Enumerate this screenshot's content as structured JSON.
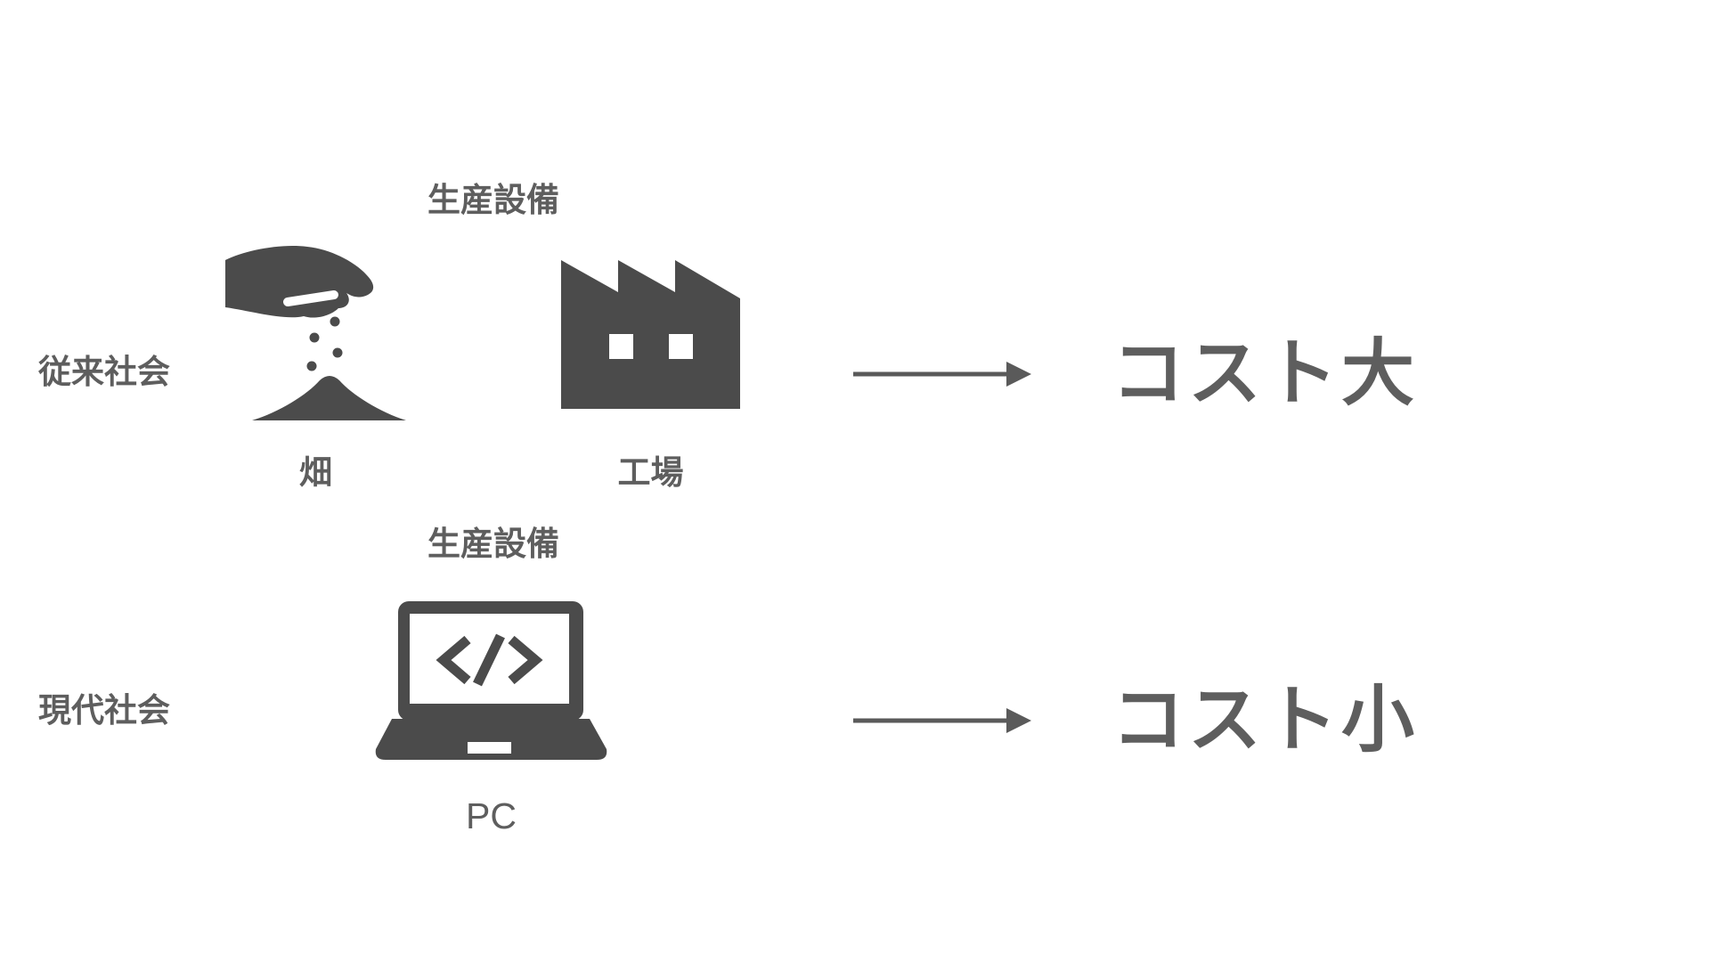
{
  "diagram": {
    "rows": [
      {
        "society_label": "従来社会",
        "equipment_header": "生産設備",
        "items": [
          {
            "icon_name": "hand-sowing-seeds-icon",
            "caption": "畑"
          },
          {
            "icon_name": "factory-icon",
            "caption": "工場"
          }
        ],
        "arrow_icon": "right-arrow-icon",
        "cost_result": "コスト大"
      },
      {
        "society_label": "現代社会",
        "equipment_header": "生産設備",
        "items": [
          {
            "icon_name": "laptop-code-icon",
            "caption": "PC"
          }
        ],
        "arrow_icon": "right-arrow-icon",
        "cost_result": "コスト小"
      }
    ],
    "colors": {
      "background": "#ffffff",
      "icon_fill": "#4b4b4b",
      "text": "#5e5e5e",
      "arrow": "#5a5a5a"
    }
  }
}
